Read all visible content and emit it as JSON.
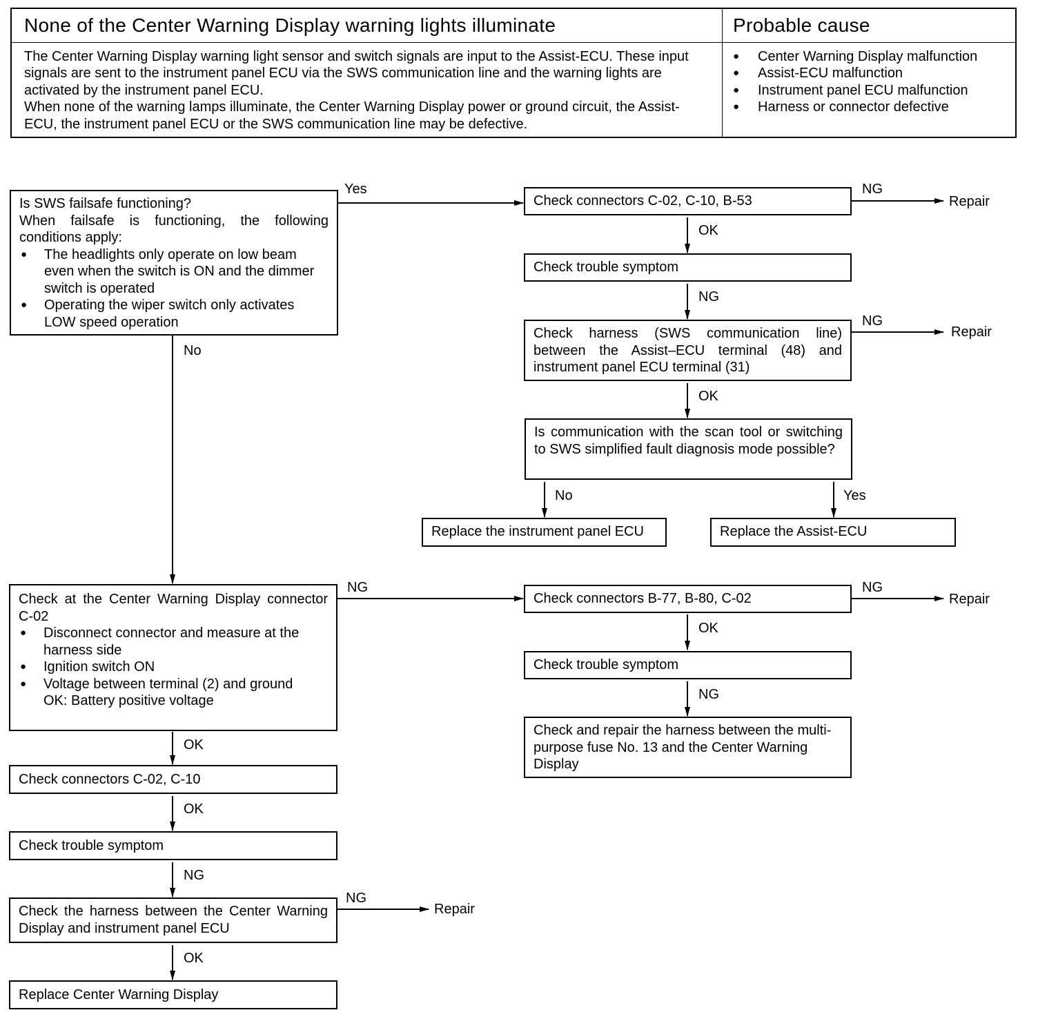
{
  "header": {
    "title": "None of the Center Warning Display warning lights illuminate",
    "cause_title": "Probable cause",
    "description": [
      "The Center Warning Display warning light sensor and switch signals are input to the Assist-ECU. These input signals are sent to the instrument panel ECU via the SWS communication line and the warning lights are activated by the instrument panel ECU.",
      "When none of the warning lamps illuminate, the Center Warning Display power or ground circuit, the Assist-ECU, the instrument panel ECU or the SWS communication line may be defective."
    ],
    "causes": [
      "Center Warning Display malfunction",
      "Assist-ECU malfunction",
      "Instrument panel ECU malfunction",
      "Harness or connector defective"
    ]
  },
  "nodes": {
    "sws_failsafe": {
      "lines": [
        "Is SWS failsafe functioning?",
        "When failsafe is functioning, the following conditions apply:"
      ],
      "bullets": [
        "The headlights only operate on low beam even when the switch is ON and the dimmer switch is operated",
        "Operating the wiper switch only activates LOW speed operation"
      ]
    },
    "check_conn_c02_c10_b53": "Check connectors  C-02, C-10, B-53",
    "check_trouble_1": "Check trouble symptom",
    "check_harness_sws": "Check harness (SWS communication line) between the Assist–ECU terminal (48) and instrument panel ECU terminal (31)",
    "comm_possible": "Is communication with the scan tool or  switching to SWS simplified fault diagnosis mode possible?",
    "replace_ipecu": "Replace the instrument panel ECU",
    "replace_assist": "Replace the  Assist-ECU",
    "check_cwd_conn": {
      "title": "Check at the Center Warning Display connector C-02",
      "bullets": [
        "Disconnect connector and measure at the harness side",
        "Ignition switch ON",
        "Voltage between terminal (2) and ground"
      ],
      "note": "OK:   Battery positive voltage"
    },
    "check_conn_b77": "Check connectors  B-77, B-80, C-02",
    "check_trouble_2": "Check trouble symptom",
    "check_repair_fuse": "Check and repair the harness between the multi-purpose fuse No. 13 and the Center Warning Display",
    "check_conn_c02_c10": "Check connectors  C-02, C-10",
    "check_trouble_3": "Check trouble symptom",
    "check_harness_cwd": "Check the harness between the Center Warning Display and instrument panel ECU",
    "replace_cwd": "Replace Center Warning Display"
  },
  "labels": {
    "yes": "Yes",
    "no": "No",
    "ok": "OK",
    "ng": "NG",
    "repair": "Repair"
  }
}
